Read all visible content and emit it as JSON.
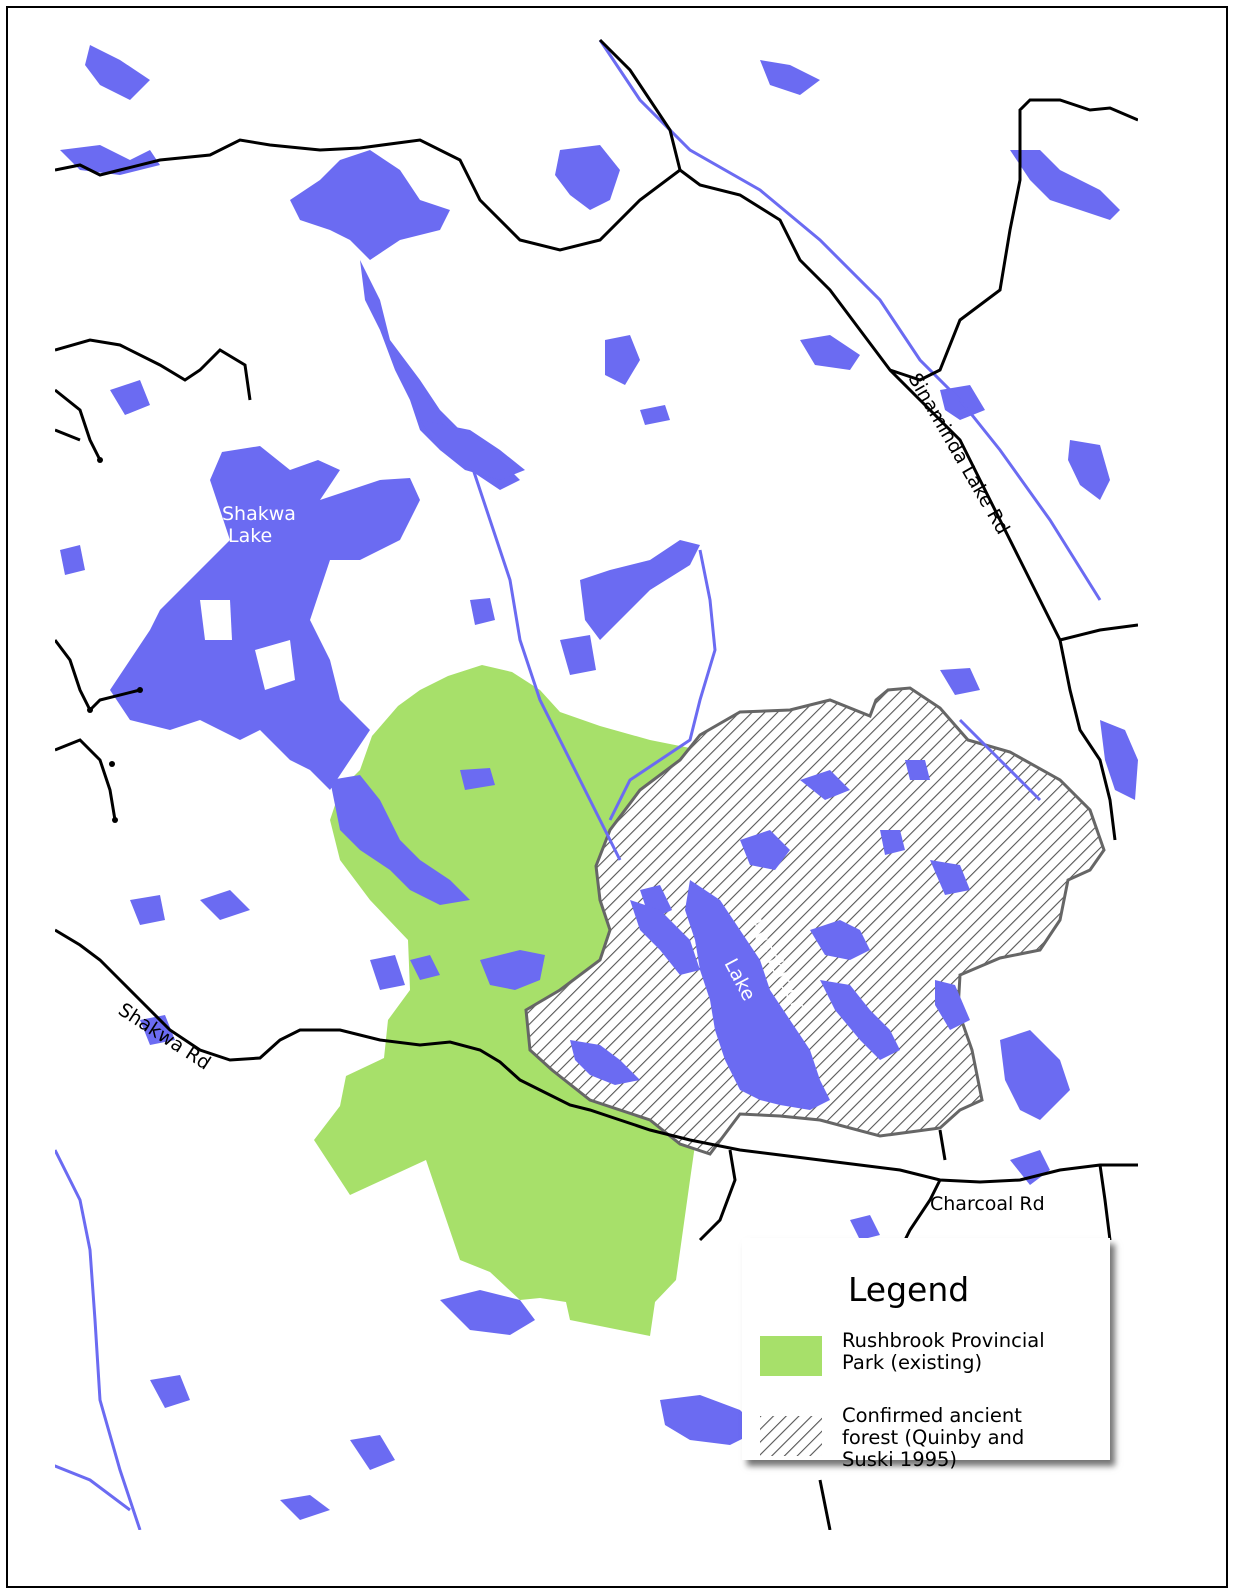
{
  "map": {
    "lake_labels": {
      "shakwa_line1": "Shakwa",
      "shakwa_line2": "Lake",
      "rushbrook_line1": "Rushbrook",
      "rushbrook_line2": "Lake"
    },
    "road_labels": {
      "sinaminda": "Sinaminda Lake Rd",
      "shakwa": "Shakwa Rd",
      "charcoal": "Charcoal Rd"
    }
  },
  "legend": {
    "title": "Legend",
    "items": [
      {
        "label": "Rushbrook Provincial\nPark (existing)",
        "fill": "#a7e06a"
      },
      {
        "label": "Confirmed ancient\nforest (Quinby and\nSuski 1995)",
        "fill": "hatch"
      }
    ]
  },
  "colors": {
    "water": "#6b6bf2",
    "park": "#a7e06a",
    "road": "#000000",
    "forest_outline": "#666666"
  }
}
